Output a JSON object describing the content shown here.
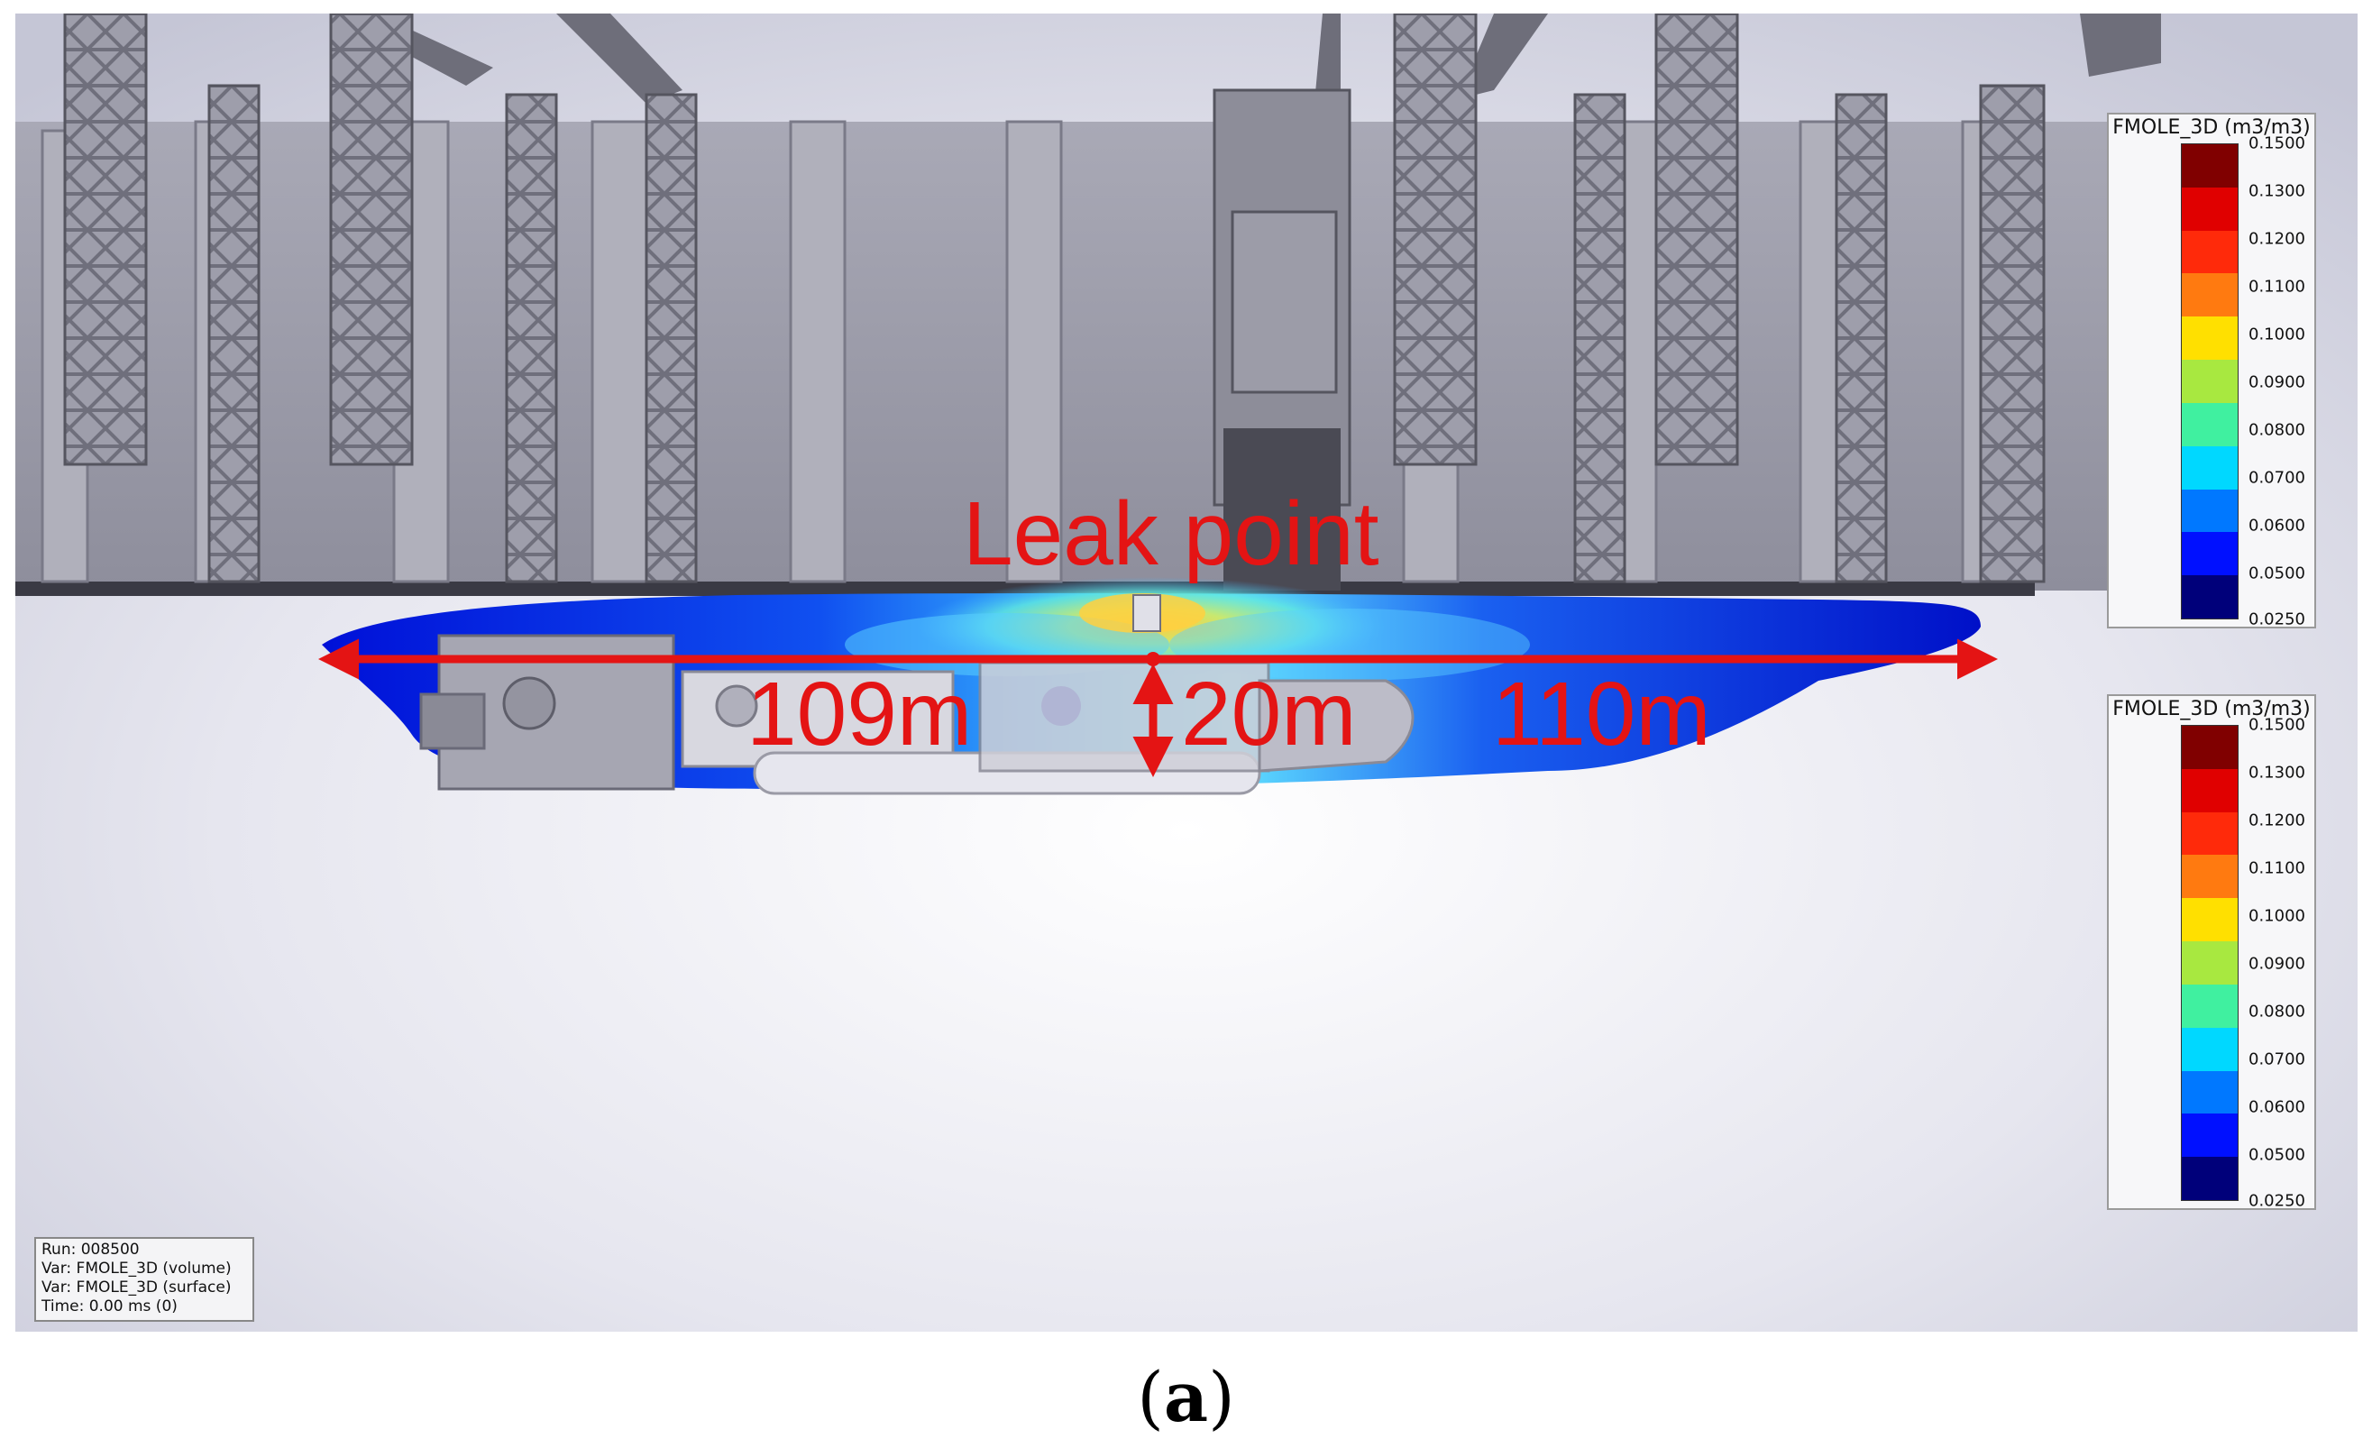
{
  "annotations": {
    "leak_label": "Leak point",
    "dist_left": "109m",
    "dist_vertical": "20m",
    "dist_right": "110m"
  },
  "legends": [
    {
      "title": "FMOLE_3D (m3/m3)",
      "ticks": [
        "0.1500",
        "0.1300",
        "0.1200",
        "0.1100",
        "0.1000",
        "0.0900",
        "0.0800",
        "0.0700",
        "0.0600",
        "0.0500",
        "0.0250"
      ]
    },
    {
      "title": "FMOLE_3D (m3/m3)",
      "ticks": [
        "0.1500",
        "0.1300",
        "0.1200",
        "0.1100",
        "0.1000",
        "0.0900",
        "0.0800",
        "0.0700",
        "0.0600",
        "0.0500",
        "0.0250"
      ]
    }
  ],
  "color_ramp": [
    "#800000",
    "#e00000",
    "#ff2a0a",
    "#ff7a10",
    "#ffe000",
    "#a8e840",
    "#40f0a0",
    "#00d8ff",
    "#0078ff",
    "#0010ff",
    "#00007a"
  ],
  "info": {
    "run": "Run: 008500",
    "var_volume": "Var: FMOLE_3D (volume)",
    "var_surface": "Var: FMOLE_3D (surface)",
    "time": "Time: 0.00 ms (0)"
  },
  "caption": {
    "open": "(",
    "letter": "a",
    "close": ")"
  }
}
